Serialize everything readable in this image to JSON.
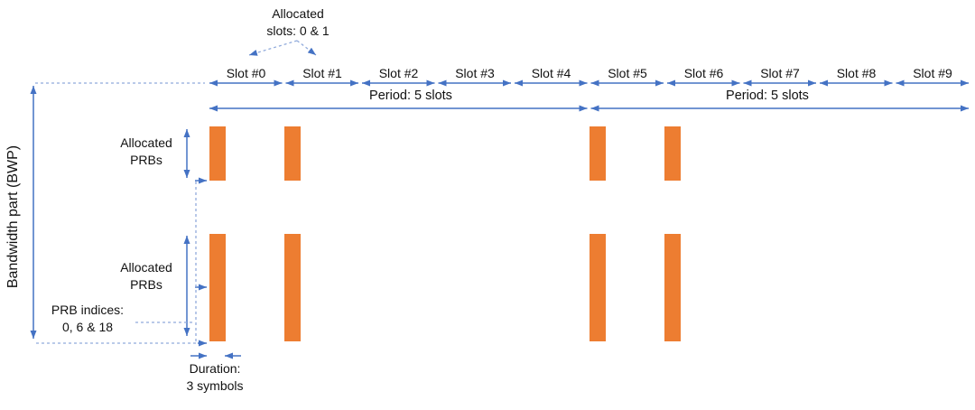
{
  "colors": {
    "accent_blue": "#4472C4",
    "dashed_blue": "#91ABDC",
    "bar_orange": "#ED7D31",
    "text": "#111111"
  },
  "timeline": {
    "slot_labels": [
      "Slot #0",
      "Slot #1",
      "Slot #2",
      "Slot #3",
      "Slot #4",
      "Slot #5",
      "Slot #6",
      "Slot #7",
      "Slot #8",
      "Slot #9"
    ],
    "period_labels": [
      "Period: 5 slots",
      "Period: 5 slots"
    ]
  },
  "annotations": {
    "allocated_slots": {
      "line1": "Allocated",
      "line2": "slots: 0 & 1"
    },
    "allocated_prbs_top": {
      "line1": "Allocated",
      "line2": "PRBs"
    },
    "allocated_prbs_bottom": {
      "line1": "Allocated",
      "line2": "PRBs"
    },
    "prb_indices": {
      "line1": "PRB indices:",
      "line2": "0, 6 & 18"
    },
    "duration": {
      "line1": "Duration:",
      "line2": "3 symbols"
    },
    "bwp": "Bandwidth part (BWP)"
  },
  "diagram": {
    "type": "nr-time-frequency-resource-allocation",
    "num_slots_shown": 10,
    "allocated_slots": [
      0,
      1
    ],
    "slots_with_bars": [
      0,
      1,
      5,
      6
    ],
    "period_slots": 5,
    "duration_symbols": 3,
    "prb_indices": [
      0,
      6,
      18
    ],
    "allocation_groups_per_slot": 2
  }
}
